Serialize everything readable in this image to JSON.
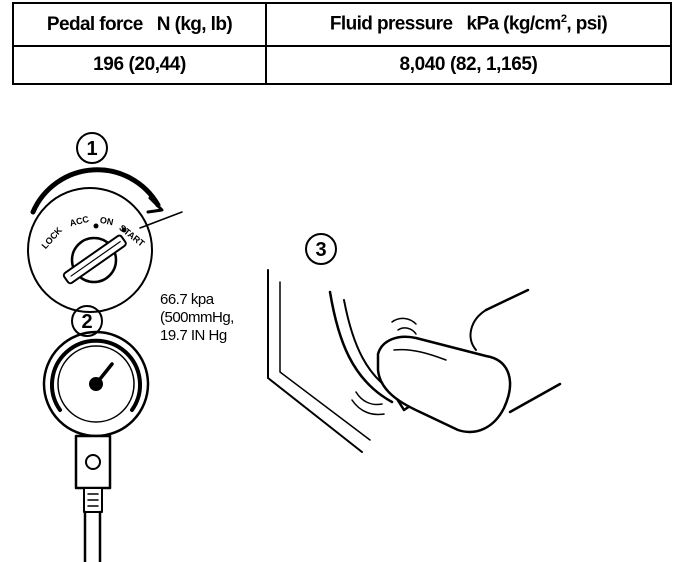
{
  "table": {
    "headers": [
      {
        "label": "Pedal force",
        "unit": "N (kg, lb)"
      },
      {
        "label": "Fluid pressure",
        "unit": "kPa (kg/cm",
        "unit_sup": "2",
        "unit_tail": ", psi)"
      }
    ],
    "rows": [
      [
        "196 (20,44)",
        "8,040 (82, 1,165)"
      ]
    ]
  },
  "diagram": {
    "callouts": [
      "1",
      "2",
      "3"
    ],
    "ignition_positions": [
      "LOCK",
      "ACC",
      "ON",
      "START"
    ],
    "vacuum_reading": [
      "66.7 kpa",
      "(500mmHg,",
      "19.7 IN Hg"
    ]
  }
}
